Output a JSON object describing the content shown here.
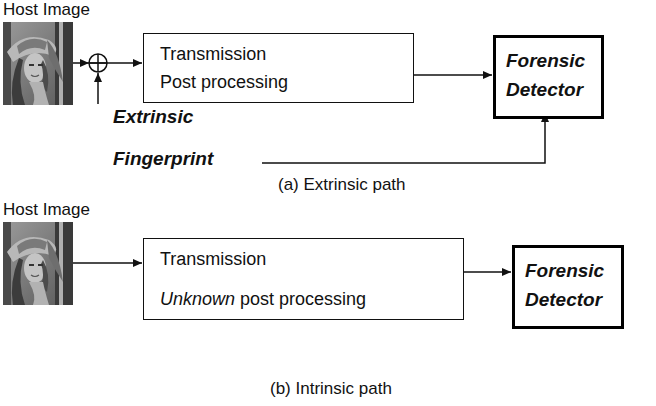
{
  "diagram": {
    "nodes": [
      {
        "text": [
          "Host Image"
        ]
      },
      {
        "text": [
          "Transmission",
          "Post processing"
        ]
      },
      {
        "text": [
          "Forensic Detector"
        ]
      },
      {
        "text": [
          "Host Image"
        ]
      },
      {
        "text": [
          "Transmission",
          "Unknown post processing"
        ]
      },
      {
        "text": [
          "Forensic Detector"
        ]
      }
    ],
    "edges": [
      {
        "from": 0,
        "to": 1,
        "arrow": "to"
      },
      {
        "from": 1,
        "to": 2,
        "arrow": "to"
      },
      {
        "from": 3,
        "to": 4,
        "arrow": "to"
      },
      {
        "from": 4,
        "to": 5,
        "arrow": "to"
      }
    ],
    "labels": [
      "Extrinsic Fingerprint",
      "(a) Extrinsic path",
      "(b) Intrinsic path"
    ]
  }
}
